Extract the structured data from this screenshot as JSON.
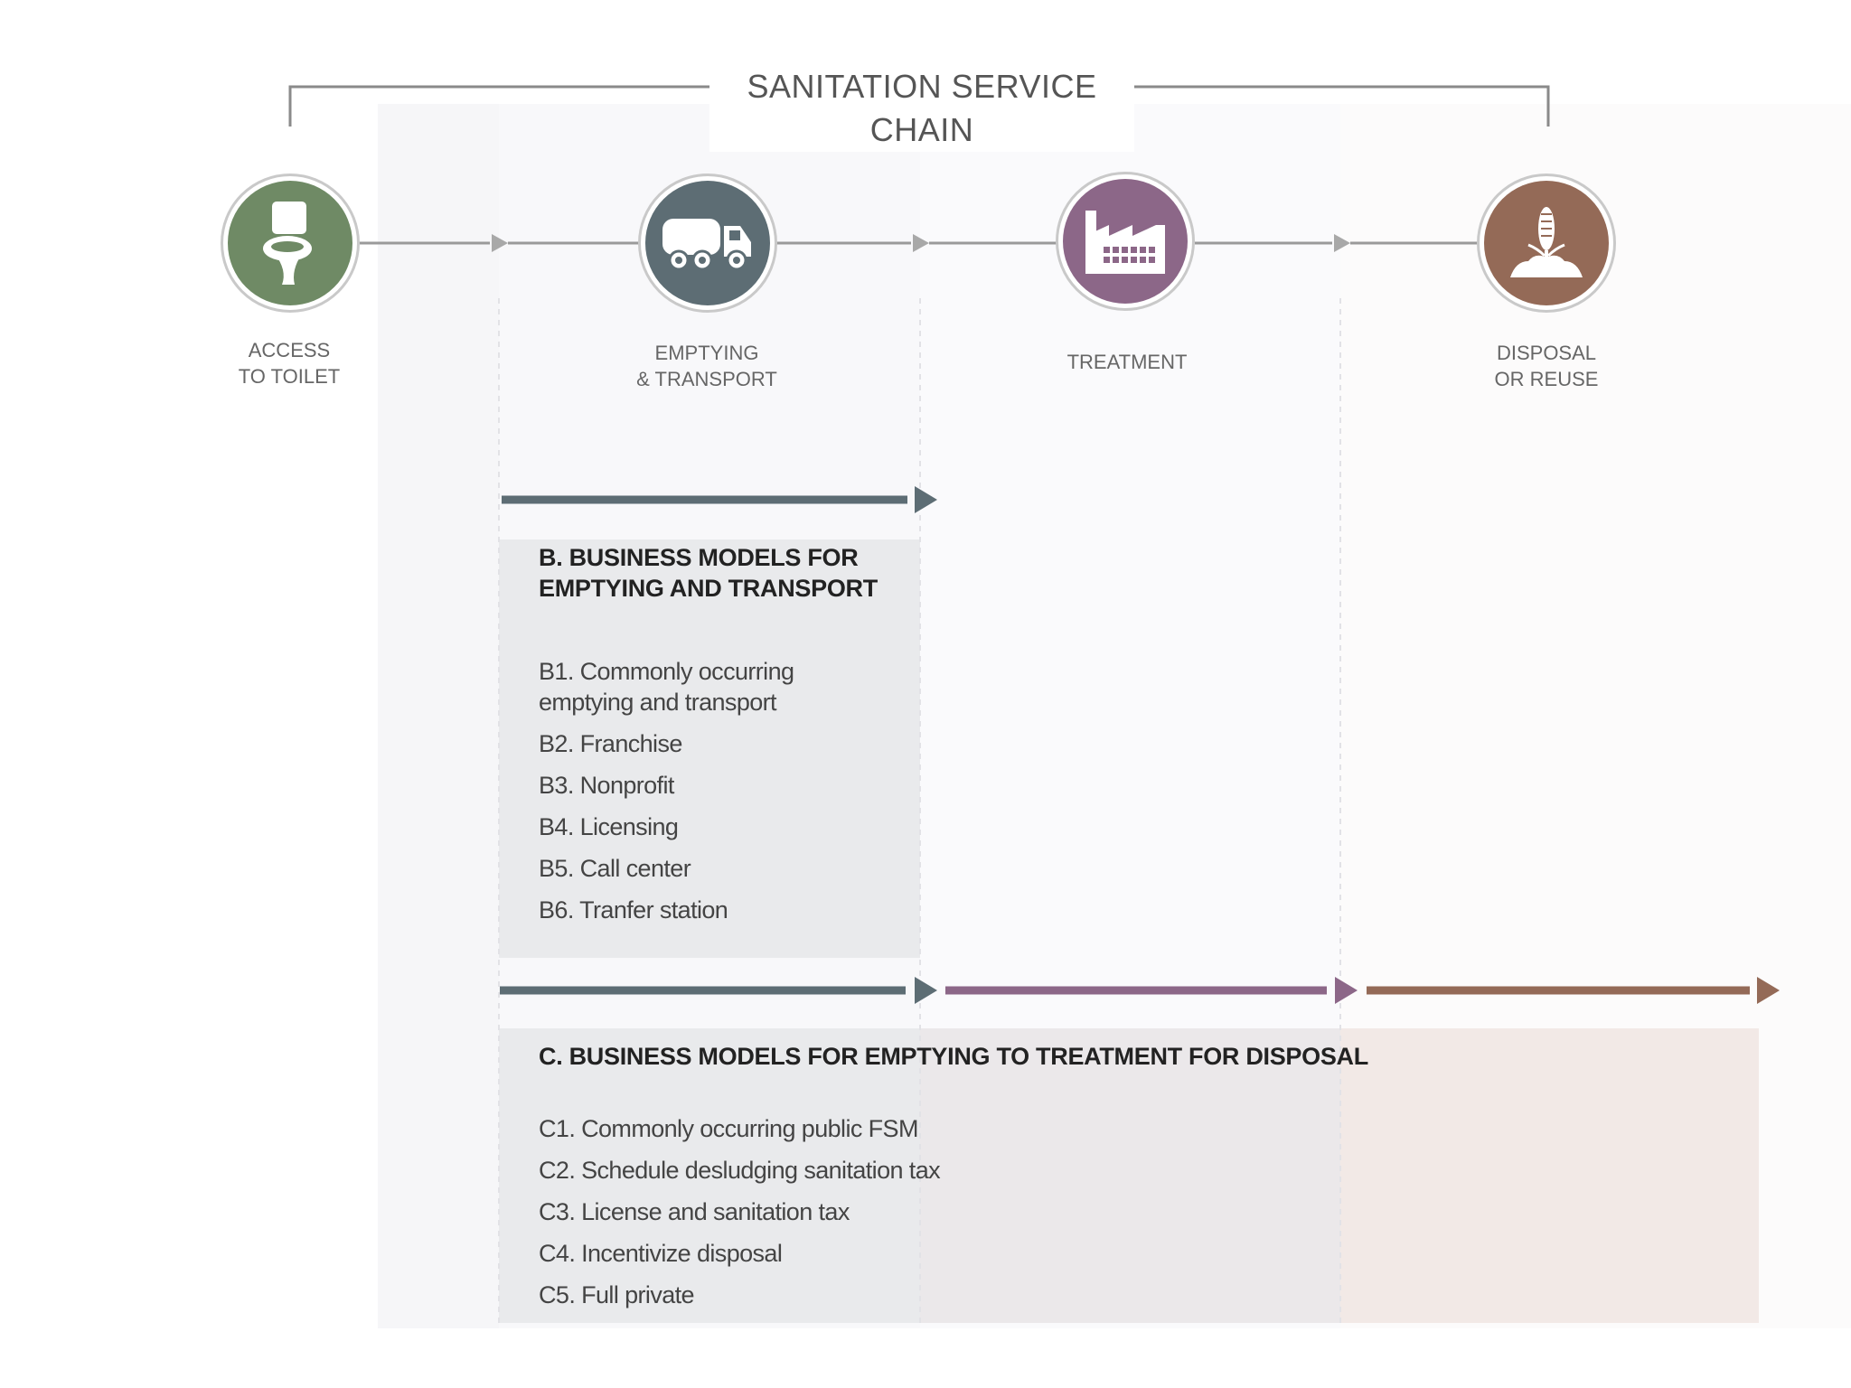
{
  "header": {
    "title": "SANITATION SERVICE CHAIN"
  },
  "stages": [
    {
      "label_line1": "ACCESS",
      "label_line2": "TO TOILET",
      "icon": "toilet-icon",
      "color": "#6f8a65"
    },
    {
      "label_line1": "EMPTYING",
      "label_line2": "& TRANSPORT",
      "icon": "truck-icon",
      "color": "#5d6d74"
    },
    {
      "label_line1": "TREATMENT",
      "label_line2": "",
      "icon": "factory-icon",
      "color": "#8c6788"
    },
    {
      "label_line1": "DISPOSAL",
      "label_line2": "OR REUSE",
      "icon": "plant-icon",
      "color": "#946a57"
    }
  ],
  "section_b": {
    "heading_line1": "B. BUSINESS MODELS FOR",
    "heading_line2": "EMPTYING AND TRANSPORT",
    "items": [
      {
        "line1": "B1. Commonly occurring",
        "line2": "emptying and transport"
      },
      {
        "line1": "B2. Franchise",
        "line2": ""
      },
      {
        "line1": "B3. Nonprofit",
        "line2": ""
      },
      {
        "line1": "B4. Licensing",
        "line2": ""
      },
      {
        "line1": "B5. Call center",
        "line2": ""
      },
      {
        "line1": "B6. Tranfer station",
        "line2": ""
      }
    ]
  },
  "section_c": {
    "heading": "C. BUSINESS MODELS FOR EMPTYING TO TREATMENT FOR DISPOSAL",
    "items": [
      "C1. Commonly occurring public FSM",
      "C2. Schedule desludging sanitation tax",
      "C3. License and  sanitation tax",
      "C4. Incentivize disposal",
      "C5. Full private"
    ]
  },
  "colors": {
    "emptying": "#5d6d74",
    "treatment": "#8c6788",
    "disposal": "#946a57",
    "access": "#6f8a65",
    "connector": "#9a9a9a"
  }
}
